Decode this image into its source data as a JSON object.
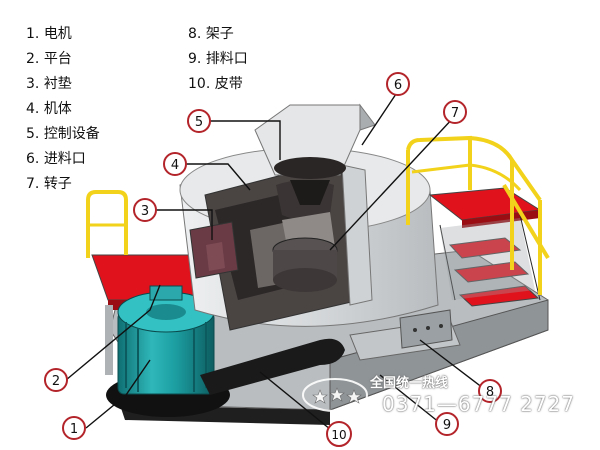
{
  "legend": {
    "col1": [
      {
        "num": "1.",
        "label": "电机"
      },
      {
        "num": "2.",
        "label": "平台"
      },
      {
        "num": "3.",
        "label": "衬垫"
      },
      {
        "num": "4.",
        "label": "机体"
      },
      {
        "num": "5.",
        "label": "控制设备"
      },
      {
        "num": "6.",
        "label": "进料口"
      },
      {
        "num": "7.",
        "label": "转子"
      }
    ],
    "col2": [
      {
        "num": "8.",
        "label": "架子"
      },
      {
        "num": "9.",
        "label": "排料口"
      },
      {
        "num": "10.",
        "label": "皮带"
      }
    ]
  },
  "callouts": [
    "1",
    "2",
    "3",
    "4",
    "5",
    "6",
    "7",
    "8",
    "9",
    "10"
  ],
  "watermark": {
    "company": "全国统一热线",
    "phone": "0371—6777 2727"
  },
  "colors": {
    "platform_red": "#e0121c",
    "railing_yellow": "#f2d21a",
    "motor_teal": "#1ea3a6",
    "callout_ring": "#b3242a",
    "machine_gray": "#c8cbcd"
  }
}
